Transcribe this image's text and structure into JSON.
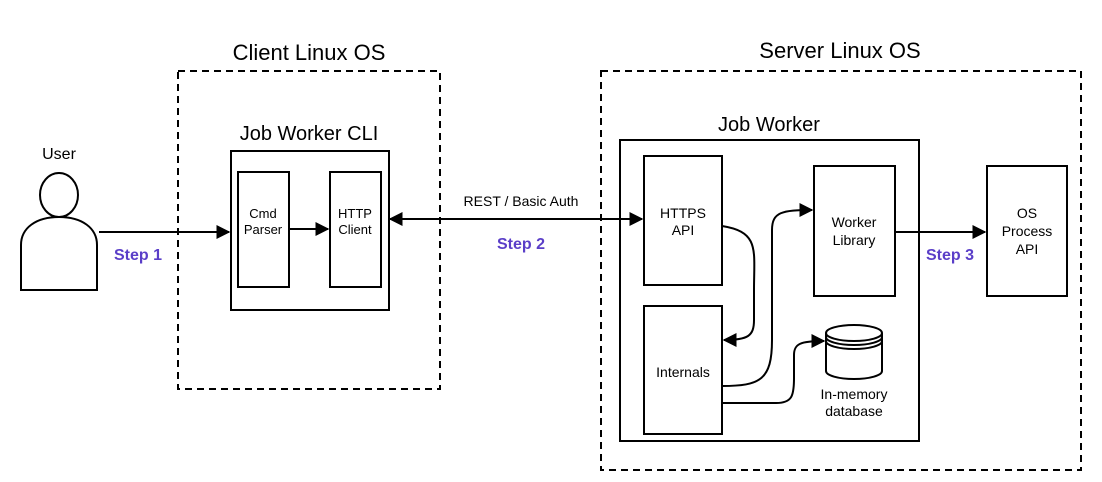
{
  "regions": {
    "client_os": "Client Linux OS",
    "server_os": "Server Linux OS"
  },
  "user": {
    "label": "User"
  },
  "cli": {
    "title": "Job Worker CLI",
    "cmd_parser": [
      "Cmd",
      "Parser"
    ],
    "http_client": [
      "HTTP",
      "Client"
    ]
  },
  "worker": {
    "title": "Job Worker",
    "https_api": [
      "HTTPS",
      "API"
    ],
    "internals": "Internals",
    "worker_library": [
      "Worker",
      "Library"
    ],
    "database": [
      "In-memory",
      "database"
    ]
  },
  "os_process_api": [
    "OS",
    "Process",
    "API"
  ],
  "connections": {
    "rest_label": "REST / Basic Auth",
    "step1": "Step 1",
    "step2": "Step 2",
    "step3": "Step 3"
  },
  "colors": {
    "step_text": "#5a3ec8",
    "line": "#000000",
    "background": "#ffffff"
  }
}
